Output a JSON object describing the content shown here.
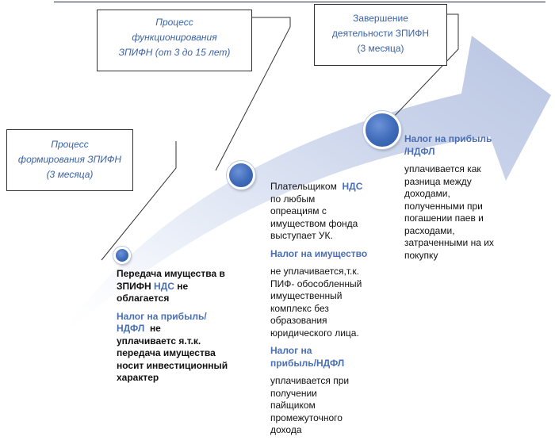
{
  "stages": [
    {
      "lines": [
        "Процесс",
        "формирования ЗПИФН",
        "(3 месяца)"
      ]
    },
    {
      "lines": [
        "Процесс",
        "функционирования",
        "ЗПИФН (от 3 до 15 лет)"
      ]
    },
    {
      "lines": [
        "Завершение",
        "деятельности ЗПИФН",
        "(3 месяца)"
      ]
    }
  ],
  "col1": {
    "p1_a": "Передача имущества в",
    "p1_b": "ЗПИФН",
    "p1_vat": "НДС",
    "p1_c": "не",
    "p1_d": "облагается",
    "h2_a": "Налог на прибыль/",
    "h2_b": "НДФЛ",
    "p2_a": "не",
    "p2_lines": [
      "уплачиваетс я.т.к.",
      "передача имущества",
      "носит инвестиционный",
      "характер"
    ]
  },
  "col2": {
    "p1_a": "Плательщиком",
    "p1_vat": "НДС",
    "p1_lines": [
      "по любым",
      "опреациям  с",
      "имуществом фонда",
      "выступает УК."
    ],
    "h2": "Налог на имущество",
    "p2_lines": [
      "не уплачивается,т.к.",
      "ПИФ-  обособленный",
      "имущественный",
      "комплекс без",
      "образования",
      "юридического  лица."
    ],
    "h3_lines": [
      "Налог на",
      "прибыль/НДФЛ"
    ],
    "p3_lines": [
      "уплачивается при",
      "получении",
      "пайщиком",
      "промежуточного",
      "дохода"
    ]
  },
  "col3": {
    "h1_lines": [
      "Налог на прибыль",
      "/НДФЛ"
    ],
    "p1_lines": [
      "уплачивается как",
      "разница между",
      "доходами,",
      "полученными при",
      "погашении паев и",
      "расходами,",
      "затраченными на их",
      "покупку"
    ]
  }
}
